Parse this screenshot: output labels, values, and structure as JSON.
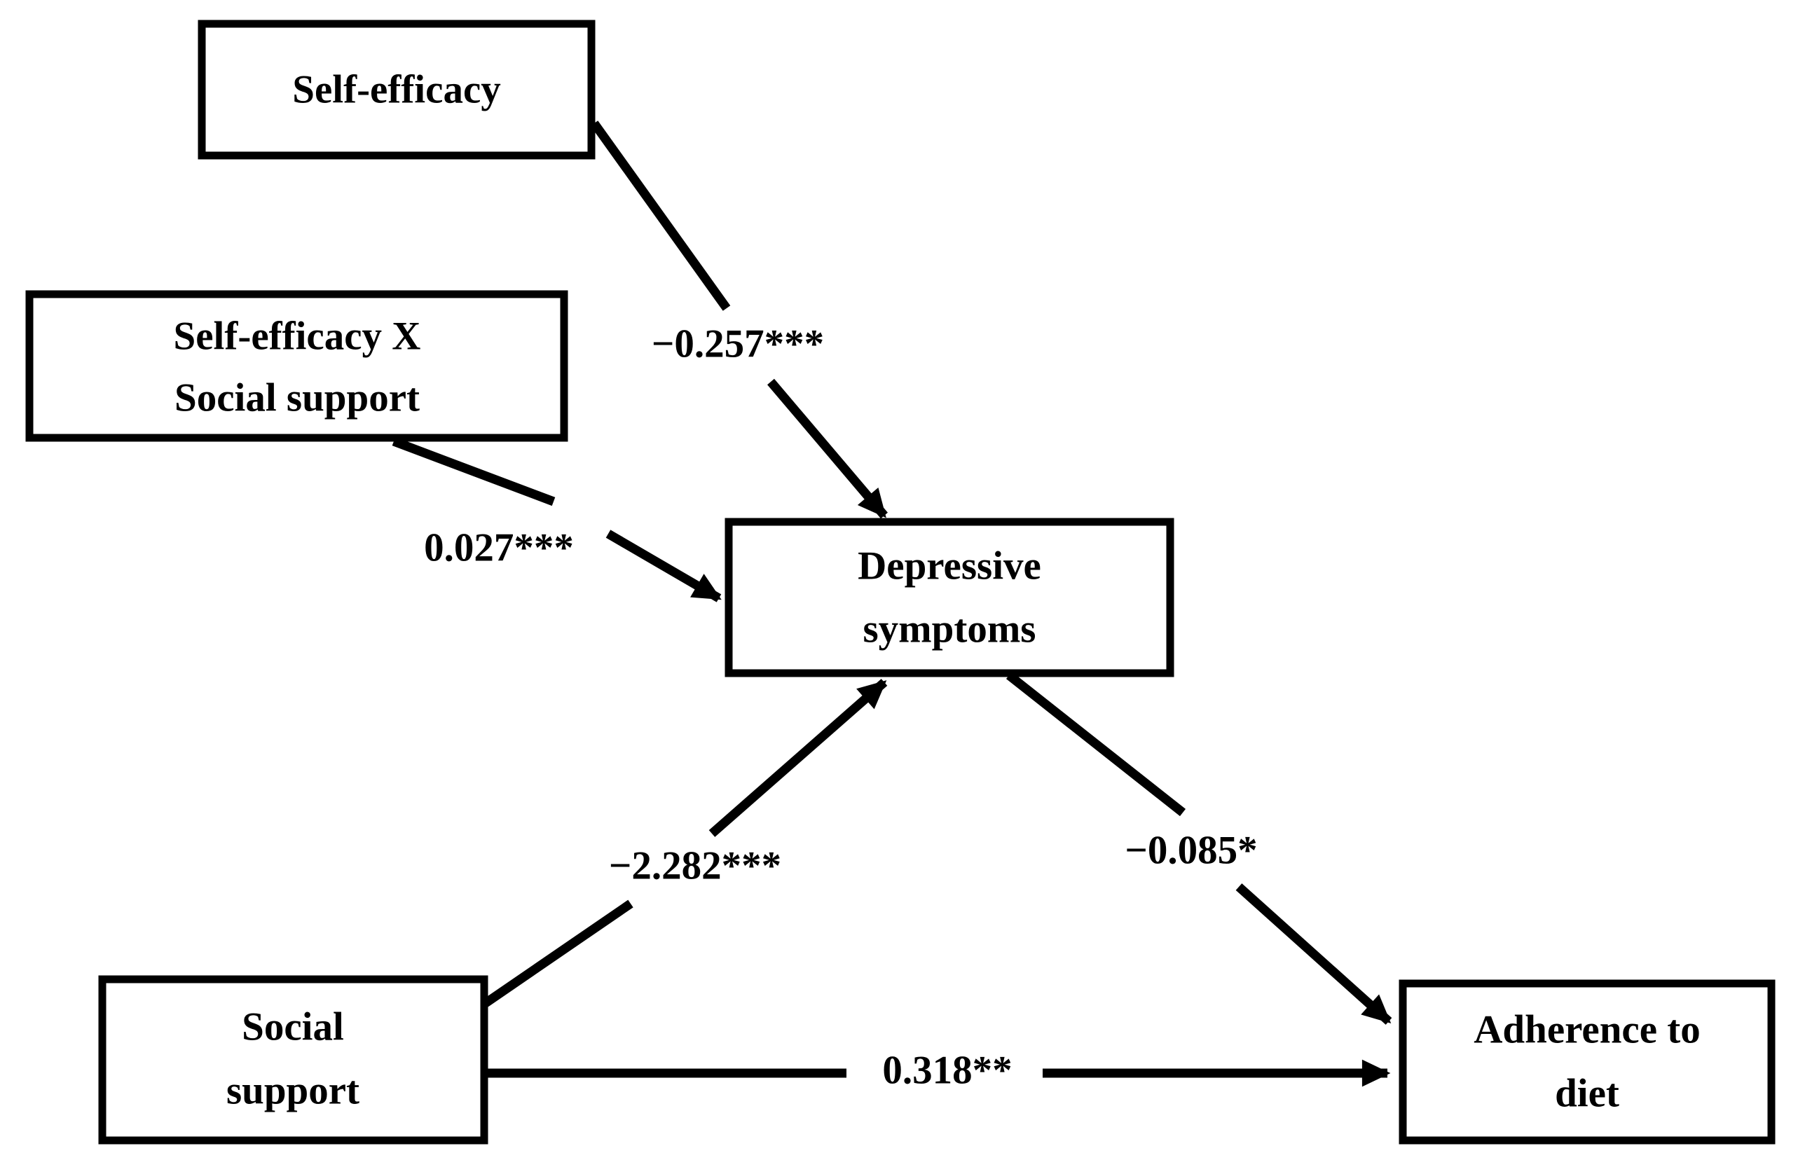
{
  "diagram": {
    "type": "path-model",
    "colors": {
      "background": "#ffffff",
      "stroke": "#000000",
      "text": "#000000"
    },
    "nodes": {
      "self_efficacy": {
        "label": "Self-efficacy"
      },
      "interaction": {
        "line1": "Self-efficacy X",
        "line2": "Social support"
      },
      "depressive": {
        "line1": "Depressive",
        "line2": "symptoms"
      },
      "social_support": {
        "line1": "Social",
        "line2": "support"
      },
      "adherence": {
        "line1": "Adherence to",
        "line2": "diet"
      }
    },
    "edges": {
      "self_efficacy_to_depressive": {
        "from": "Self-efficacy",
        "to": "Depressive symptoms",
        "coefficient": "−0.257***"
      },
      "interaction_to_depressive": {
        "from": "Self-efficacy X Social support",
        "to": "Depressive symptoms",
        "coefficient": "0.027***"
      },
      "social_support_to_depressive": {
        "from": "Social support",
        "to": "Depressive symptoms",
        "coefficient": "−2.282***"
      },
      "depressive_to_adherence": {
        "from": "Depressive symptoms",
        "to": "Adherence to diet",
        "coefficient": "−0.085*"
      },
      "social_support_to_adherence": {
        "from": "Social support",
        "to": "Adherence to diet",
        "coefficient": "0.318**"
      }
    }
  }
}
